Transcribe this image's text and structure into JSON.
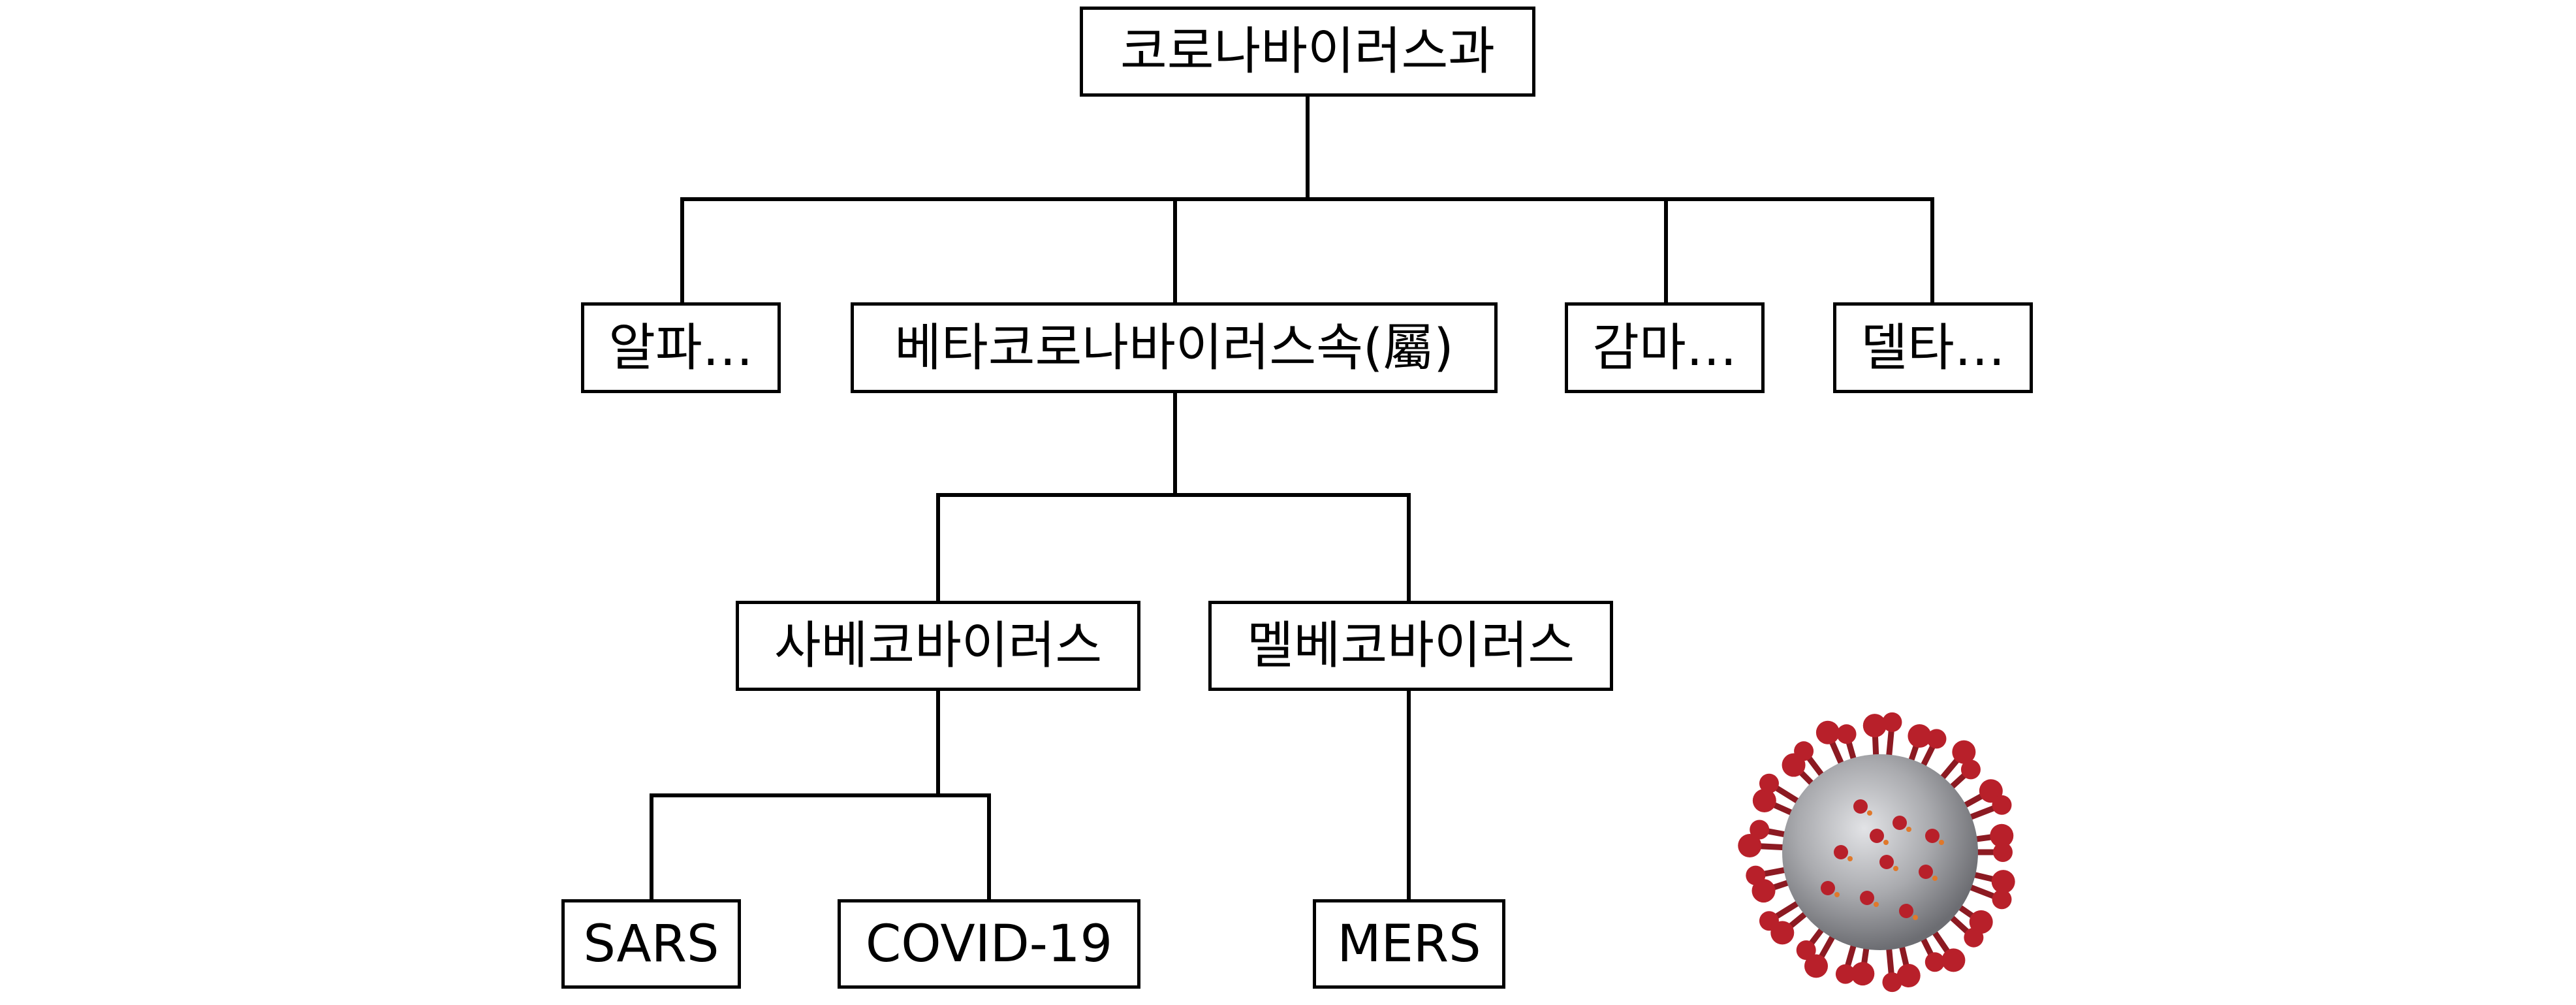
{
  "tree": {
    "root": {
      "label": "코로나바이러스과"
    },
    "genera": [
      {
        "label": "알파…"
      },
      {
        "label": "베타코로나바이러스속(屬)"
      },
      {
        "label": "감마…"
      },
      {
        "label": "델타…"
      }
    ],
    "subgenera": [
      {
        "label": "사베코바이러스"
      },
      {
        "label": "멜베코바이러스"
      }
    ],
    "viruses": [
      {
        "label": "SARS"
      },
      {
        "label": "COVID-19"
      },
      {
        "label": "MERS"
      }
    ]
  },
  "illustration": {
    "icon": "coronavirus-illustration",
    "body_color": "#a9aaae",
    "spike_color": "#b8202a",
    "accent_color": "#e0782a"
  }
}
